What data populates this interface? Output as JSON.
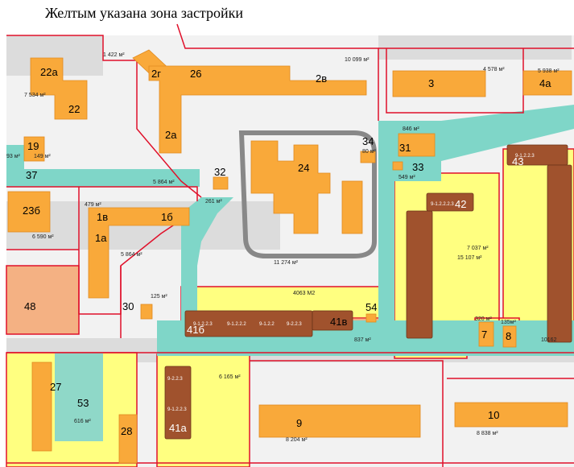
{
  "header": {
    "title": "Желтым указана зона застройки"
  },
  "legend": {
    "zone_color": "#ffff80",
    "building_color": "#f9a93a",
    "brown_color": "#a0522d",
    "road_color": "#7fd6c8",
    "boundary_color": "#e0102a",
    "orange_plot_color": "#f4b183"
  },
  "buildings": {
    "b22a": "22а",
    "b22": "22",
    "b2g": "2г",
    "b26": "26",
    "b2v": "2в",
    "b2a": "2а",
    "b3": "3",
    "b4a": "4а",
    "b19": "19",
    "b37": "37",
    "b32": "32",
    "b24": "24",
    "b34": "34",
    "b31": "31",
    "b33": "33",
    "b23b": "23б",
    "b1v": "1в",
    "b1b": "1б",
    "b1a": "1а",
    "b48": "48",
    "b30": "30",
    "b54": "54",
    "b41b": "41б",
    "b41v": "41в",
    "b42": "42",
    "b43": "43",
    "b7": "7",
    "b8": "8",
    "b27": "27",
    "b53": "53",
    "b28": "28",
    "b41a": "41а",
    "b9": "9",
    "b10": "10"
  },
  "areas": {
    "a1": "1 422 м²",
    "a2": "10 099 м²",
    "a3": "4 578 м²",
    "a4": "5 938 м²",
    "a5": "7 534 м²",
    "a6": "846 м²",
    "a7": "80 м²",
    "a8": "549 м²",
    "a9": "5 864 м²",
    "a10": "261 м²",
    "a11": "479 м²",
    "a12": "6 590 м²",
    "a13": "5 864 м²",
    "a14": "11 274 м²",
    "a15": "4063 М2",
    "a16": "125 м²",
    "a17": "837 м²",
    "a18": "7 037 м²",
    "a19": "15 107 м²",
    "a20": "320 м²",
    "a21": "135м²",
    "a22": "10162",
    "a23": "6 165 м²",
    "a24": "616 м²",
    "a25": "8 204 м²",
    "a26": "8 838 м²",
    "a27": "93 м²",
    "a28": "149 м²"
  },
  "sections": {
    "s1": "9-1.2.2.3",
    "s2": "9-1.2.2.2",
    "s3": "9-2.2.3",
    "s4": "9-1.2.2",
    "s5": "9-1.2.2.2.3",
    "s6": "9-1.2.2.3",
    "s7": "9-2.2.3",
    "s8": "9-1.2.2.3"
  }
}
